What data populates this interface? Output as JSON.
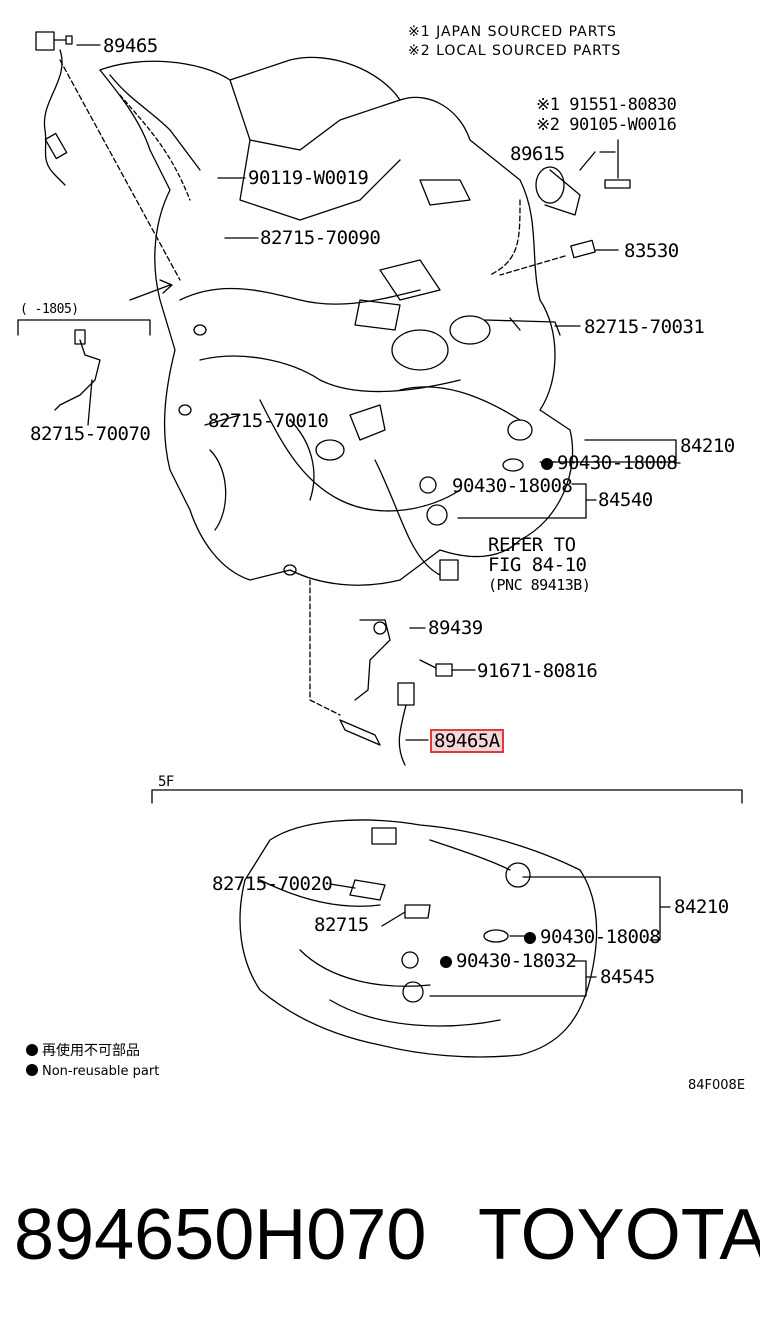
{
  "notes": {
    "japan": "※1 JAPAN SOURCED PARTS",
    "local": "※2 LOCAL SOURCED PARTS"
  },
  "callouts": {
    "c89465": "89465",
    "c91551": "※1 91551-80830",
    "c90105": "※2 90105-W0016",
    "c89615": "89615",
    "c90119": "90119-W0019",
    "c82715_70090": "82715-70090",
    "c83530": "83530",
    "c82715_70031": "82715-70031",
    "c1805": "( -1805)",
    "c82715_70070": "82715-70070",
    "c82715_70010": "82715-70010",
    "c84210a": "84210",
    "c90430_18008a": "90430-18008",
    "c90430_18008b": "90430-18008",
    "c84540": "84540",
    "refer1": "REFER TO",
    "refer2": "FIG 84-10",
    "refer3": "(PNC 89413B)",
    "c89439": "89439",
    "c91671": "91671-80816",
    "c89465A": "89465A",
    "c5F": "5F",
    "c82715_70020": "82715-70020",
    "c82715": "82715",
    "c84210b": "84210",
    "c90430_18008c": "90430-18008",
    "c90430_18032": "90430-18032",
    "c84545": "84545"
  },
  "legend": {
    "jp": "再使用不可部品",
    "en": "Non-reusable part"
  },
  "figure_code": "84F008E",
  "footer": {
    "part_number": "894650H070",
    "brand": "TOYOTA"
  },
  "colors": {
    "highlight_border": "#e23b3b",
    "highlight_fill": "#f6d6d6"
  }
}
